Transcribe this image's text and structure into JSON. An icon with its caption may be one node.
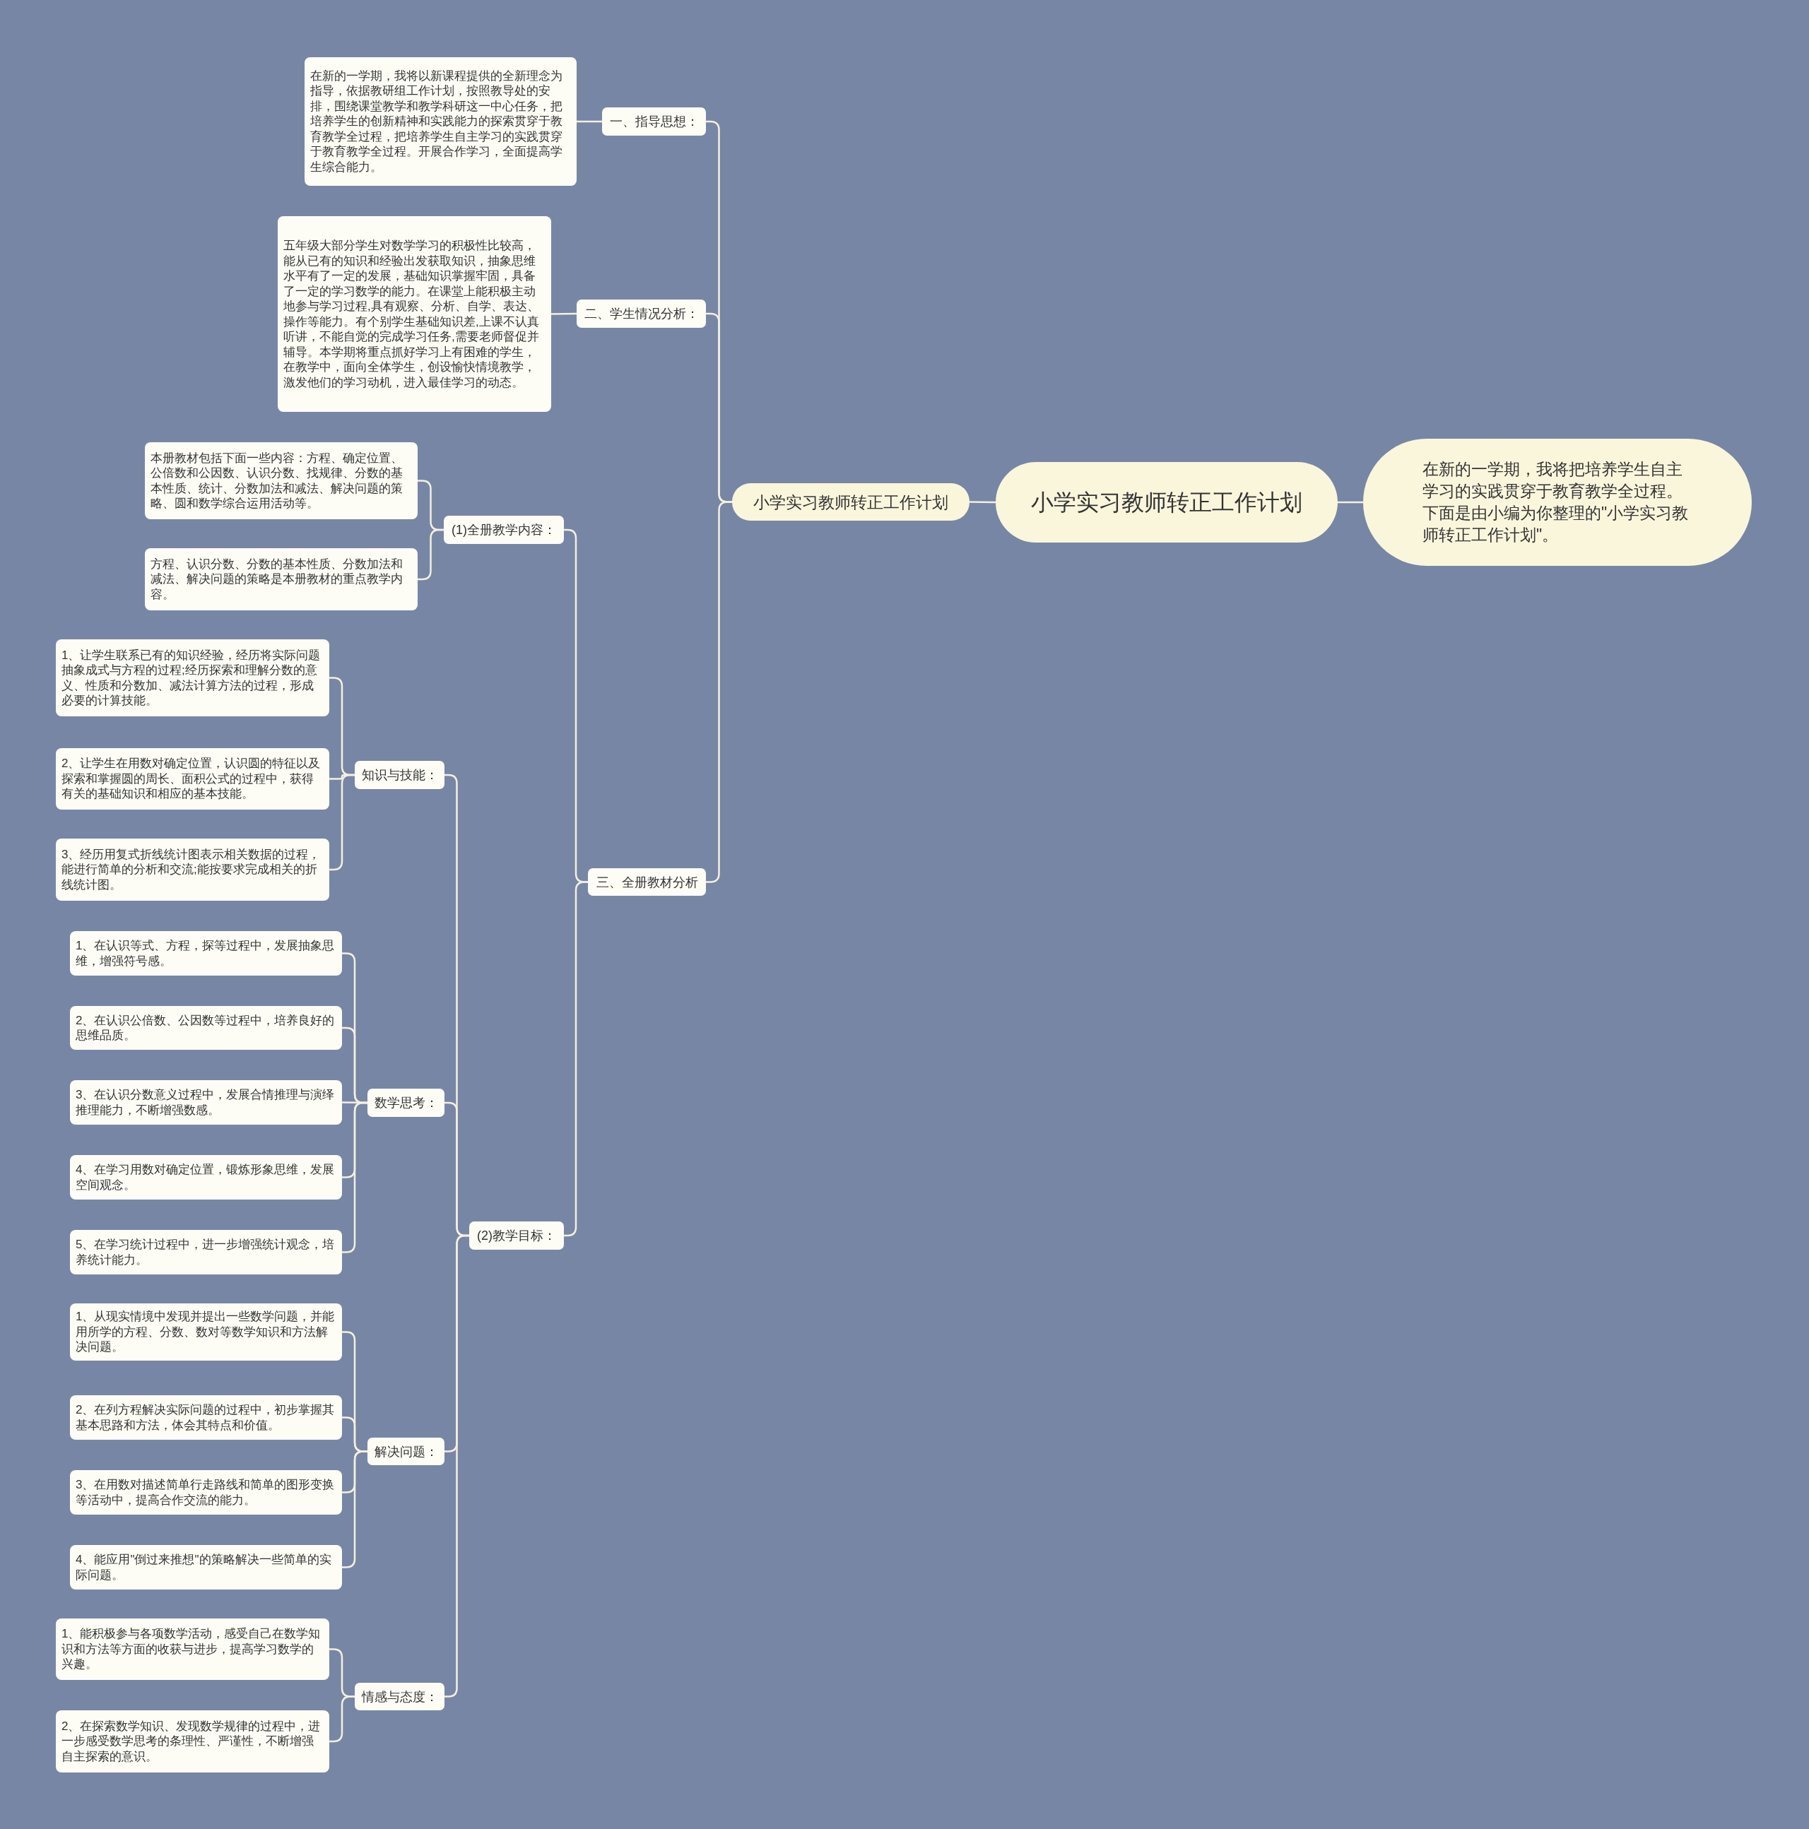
{
  "diagram": {
    "nodes": [
      {
        "text": [
          "小学实习教师转正工作计划"
        ]
      },
      {
        "text": [
          "在新的一学期，我将把培养学生自主学习的实践贯穿于教育教学全过程。下面是由小编为你整理的\"小学实习教师转正工作计划\"。"
        ]
      },
      {
        "text": [
          "小学实习教师转正工作计划"
        ]
      },
      {
        "text": [
          "一、指导思想："
        ]
      },
      {
        "text": [
          "在新的一学期，我将以新课程提供的全新理念为指导，依据教研组工作计划，按照教导处的安排，围绕课堂教学和教学科研这一中心任务，把培养学生的创新精神和实践能力的探索贯穿于教育教学全过程，把培养学生自主学习的实践贯穿于教育教学全过程。开展合作学习，全面提高学生综合能力。"
        ]
      },
      {
        "text": [
          "二、学生情况分析："
        ]
      },
      {
        "text": [
          "五年级大部分学生对数学学习的积极性比较高，能从已有的知识和经验出发获取知识，抽象思维水平有了一定的发展，基础知识掌握牢固，具备了一定的学习数学的能力。在课堂上能积极主动地参与学习过程,具有观察、分析、自学、表达、操作等能力。有个别学生基础知识差,上课不认真听讲，不能自觉的完成学习任务,需要老师督促并辅导。本学期将重点抓好学习上有困难的学生，在教学中，面向全体学生，创设愉快情境教学，激发他们的学习动机，进入最佳学习的动态。"
        ]
      },
      {
        "text": [
          "三、全册教材分析"
        ]
      },
      {
        "text": [
          "(1)全册教学内容："
        ]
      },
      {
        "text": [
          "本册教材包括下面一些内容：方程、确定位置、公倍数和公因数、认识分数、找规律、分数的基本性质、统计、分数加法和减法、解决问题的策略、圆和数学综合运用活动等。"
        ]
      },
      {
        "text": [
          "方程、认识分数、分数的基本性质、分数加法和减法、解决问题的策略是本册教材的重点教学内容。"
        ]
      },
      {
        "text": [
          "(2)教学目标："
        ]
      },
      {
        "text": [
          "知识与技能："
        ]
      },
      {
        "text": [
          "1、让学生联系已有的知识经验，经历将实际问题抽象成式与方程的过程;经历探索和理解分数的意义、性质和分数加、减法计算方法的过程，形成必要的计算技能。"
        ]
      },
      {
        "text": [
          "2、让学生在用数对确定位置，认识圆的特征以及探索和掌握圆的周长、面积公式的过程中，获得有关的基础知识和相应的基本技能。"
        ]
      },
      {
        "text": [
          "3、经历用复式折线统计图表示相关数据的过程，能进行简单的分析和交流;能按要求完成相关的折线统计图。"
        ]
      },
      {
        "text": [
          "数学思考："
        ]
      },
      {
        "text": [
          "1、在认识等式、方程，探等过程中，发展抽象思维，增强符号感。"
        ]
      },
      {
        "text": [
          "2、在认识公倍数、公因数等过程中，培养良好的思维品质。"
        ]
      },
      {
        "text": [
          "3、在认识分数意义过程中，发展合情推理与演绎推理能力，不断增强数感。"
        ]
      },
      {
        "text": [
          "4、在学习用数对确定位置，锻炼形象思维，发展空间观念。"
        ]
      },
      {
        "text": [
          "5、在学习统计过程中，进一步增强统计观念，培养统计能力。"
        ]
      },
      {
        "text": [
          "解决问题："
        ]
      },
      {
        "text": [
          "1、从现实情境中发现并提出一些数学问题，并能用所学的方程、分数、数对等数学知识和方法解决问题。"
        ]
      },
      {
        "text": [
          "2、在列方程解决实际问题的过程中，初步掌握其基本思路和方法，体会其特点和价值。"
        ]
      },
      {
        "text": [
          "3、在用数对描述简单行走路线和简单的图形变换等活动中，提高合作交流的能力。"
        ]
      },
      {
        "text": [
          "4、能应用\"倒过来推想\"的策略解决一些简单的实际问题。"
        ]
      },
      {
        "text": [
          "情感与态度："
        ]
      },
      {
        "text": [
          "1、能积极参与各项数学活动，感受自己在数学知识和方法等方面的收获与进步，提高学习数学的兴趣。"
        ]
      },
      {
        "text": [
          "2、在探索数学知识、发现数学规律的过程中，进一步感受数学思考的条理性、严谨性，不断增强自主探索的意识。"
        ]
      }
    ],
    "edges": [
      {
        "from": 0,
        "to": 1,
        "arrow": "none"
      },
      {
        "from": 0,
        "to": 2,
        "arrow": "none"
      },
      {
        "from": 2,
        "to": 3,
        "arrow": "none"
      },
      {
        "from": 3,
        "to": 4,
        "arrow": "none"
      },
      {
        "from": 2,
        "to": 5,
        "arrow": "none"
      },
      {
        "from": 5,
        "to": 6,
        "arrow": "none"
      },
      {
        "from": 2,
        "to": 7,
        "arrow": "none"
      },
      {
        "from": 7,
        "to": 8,
        "arrow": "none"
      },
      {
        "from": 8,
        "to": 9,
        "arrow": "none"
      },
      {
        "from": 8,
        "to": 10,
        "arrow": "none"
      },
      {
        "from": 7,
        "to": 11,
        "arrow": "none"
      },
      {
        "from": 11,
        "to": 12,
        "arrow": "none"
      },
      {
        "from": 12,
        "to": 13,
        "arrow": "none"
      },
      {
        "from": 12,
        "to": 14,
        "arrow": "none"
      },
      {
        "from": 12,
        "to": 15,
        "arrow": "none"
      },
      {
        "from": 11,
        "to": 16,
        "arrow": "none"
      },
      {
        "from": 16,
        "to": 17,
        "arrow": "none"
      },
      {
        "from": 16,
        "to": 18,
        "arrow": "none"
      },
      {
        "from": 16,
        "to": 19,
        "arrow": "none"
      },
      {
        "from": 16,
        "to": 20,
        "arrow": "none"
      },
      {
        "from": 16,
        "to": 21,
        "arrow": "none"
      },
      {
        "from": 11,
        "to": 22,
        "arrow": "none"
      },
      {
        "from": 22,
        "to": 23,
        "arrow": "none"
      },
      {
        "from": 22,
        "to": 24,
        "arrow": "none"
      },
      {
        "from": 22,
        "to": 25,
        "arrow": "none"
      },
      {
        "from": 22,
        "to": 26,
        "arrow": "none"
      },
      {
        "from": 11,
        "to": 27,
        "arrow": "none"
      },
      {
        "from": 27,
        "to": 28,
        "arrow": "none"
      },
      {
        "from": 27,
        "to": 29,
        "arrow": "none"
      }
    ]
  }
}
